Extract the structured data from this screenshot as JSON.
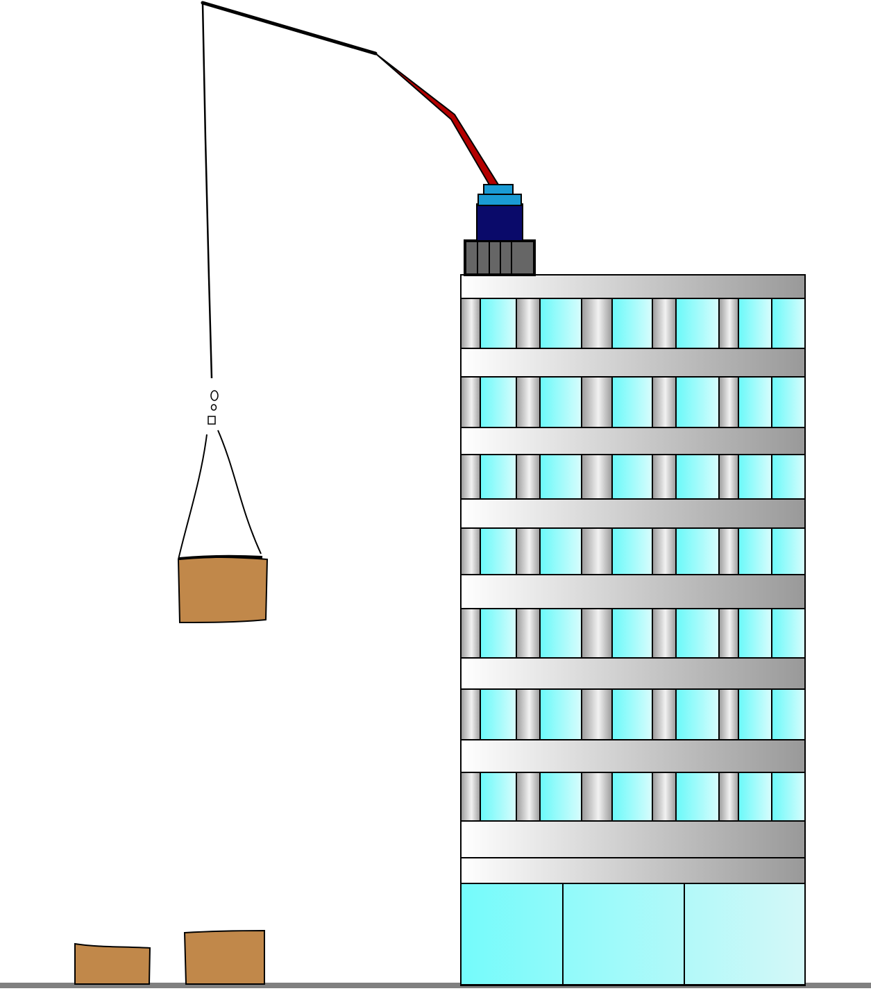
{
  "scene": {
    "description_visible_text": "",
    "colors": {
      "background": "#ffffff",
      "ground": "#808080",
      "crate": "#c1884a",
      "crane_arm": "#b30000",
      "crane_cab": "#0a0a6a",
      "crane_cab_cap": "#1a9bd4",
      "crane_base": "#666666",
      "glass": "#79fbfb",
      "facade_light": "#ffffff",
      "facade_dark": "#999999"
    },
    "icons": [
      "crane",
      "building",
      "crate",
      "hook"
    ]
  }
}
